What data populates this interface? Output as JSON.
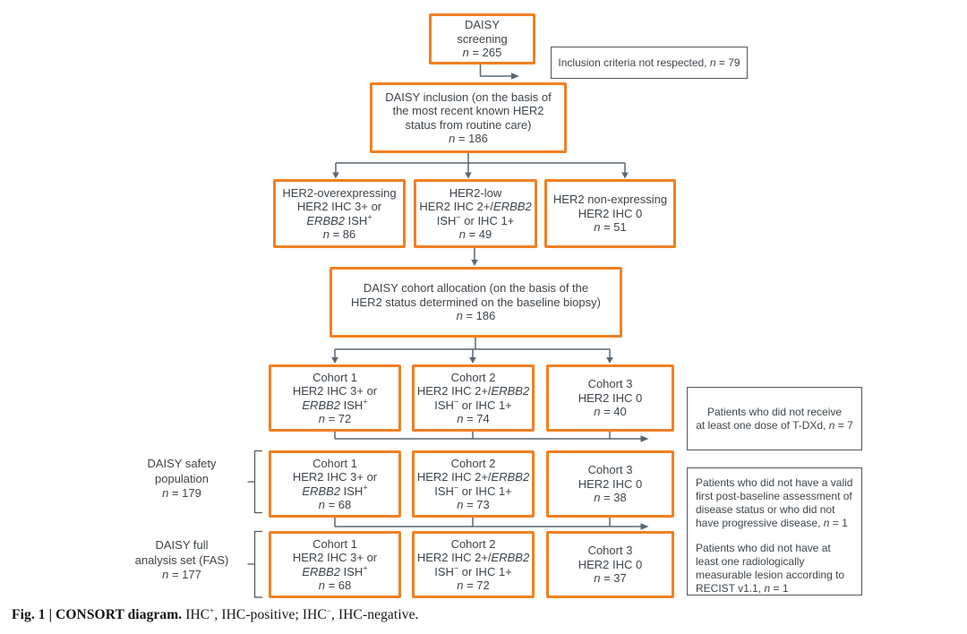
{
  "colors": {
    "orange": "#F08023",
    "text": "#3E454B",
    "plainBorder": "#55565A",
    "arrow": "#5B6770",
    "caption": "#141414"
  },
  "boxes": {
    "screening": {
      "lines": [
        "DAISY",
        "screening",
        "*n* = 265"
      ]
    },
    "excl_criteria": {
      "lines": [
        "Inclusion criteria not respected, *n* = 79"
      ]
    },
    "inclusion": {
      "lines": [
        "DAISY inclusion (on the basis of",
        "the most recent known HER2",
        "status from routine care)",
        "*n* = 186"
      ]
    },
    "her2_over": {
      "lines": [
        "HER2-overexpressing",
        "HER2 IHC 3+ or",
        "*ERBB2* ISH^+^",
        "*n* = 86"
      ]
    },
    "her2_low": {
      "lines": [
        "HER2-low",
        "HER2 IHC 2+/*ERBB2*",
        "ISH^−^ or IHC 1+",
        "*n* = 49"
      ]
    },
    "her2_non": {
      "lines": [
        "HER2 non-expressing",
        "HER2 IHC 0",
        "*n* = 51"
      ]
    },
    "allocation": {
      "lines": [
        "DAISY cohort allocation (on the basis of the",
        "HER2 status determined on the baseline biopsy)",
        "*n* = 186"
      ]
    },
    "alloc_c1": {
      "lines": [
        "Cohort 1",
        "HER2 IHC 3+ or",
        "*ERBB2* ISH^+^",
        "*n* = 72"
      ]
    },
    "alloc_c2": {
      "lines": [
        "Cohort 2",
        "HER2 IHC 2+/*ERBB2*",
        "ISH^−^ or IHC 1+",
        "*n* = 74"
      ]
    },
    "alloc_c3": {
      "lines": [
        "Cohort 3",
        "HER2 IHC 0",
        "*n* = 40"
      ]
    },
    "excl_tdxd": {
      "lines": [
        "Patients who did not receive",
        "at least one dose of T-DXd, *n* = 7"
      ]
    },
    "safety_c1": {
      "lines": [
        "Cohort 1",
        "HER2 IHC 3+ or",
        "*ERBB2* ISH^+^",
        "*n* = 68"
      ]
    },
    "safety_c2": {
      "lines": [
        "Cohort 2",
        "HER2 IHC 2+/*ERBB2*",
        "ISH^−^ or IHC 1+",
        "*n* = 73"
      ]
    },
    "safety_c3": {
      "lines": [
        "Cohort 3",
        "HER2 IHC 0",
        "*n* = 38"
      ]
    },
    "excl_fas": {
      "para1": [
        "Patients who did not have a valid",
        "first post-baseline assessment of",
        "disease status or who did not",
        "have progressive disease, *n* = 1"
      ],
      "para2": [
        "Patients who did not have at",
        "least one radiologically",
        "measurable lesion according to",
        "RECIST v1.1, *n* = 1"
      ]
    },
    "fas_c1": {
      "lines": [
        "Cohort 1",
        "HER2 IHC 3+ or",
        "*ERBB2* ISH^+^",
        "*n* = 68"
      ]
    },
    "fas_c2": {
      "lines": [
        "Cohort 2",
        "HER2 IHC 2+/*ERBB2*",
        "ISH^−^ or IHC 1+",
        "*n* = 72"
      ]
    },
    "fas_c3": {
      "lines": [
        "Cohort 3",
        "HER2 IHC 0",
        "*n* = 37"
      ]
    }
  },
  "side_labels": {
    "safety": {
      "lines": [
        "DAISY safety",
        "population",
        "*n* = 179"
      ]
    },
    "fas": {
      "lines": [
        "DAISY full",
        "analysis set (FAS)",
        "*n* = 177"
      ]
    }
  },
  "caption": {
    "bold": "Fig. 1 | CONSORT diagram.",
    "rest": " IHC^+^, IHC-positive; IHC^−^, IHC-negative."
  }
}
